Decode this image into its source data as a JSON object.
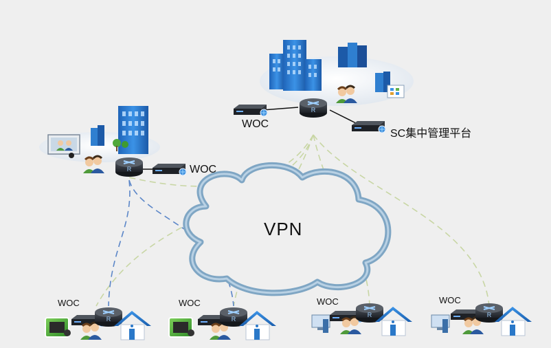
{
  "diagram": {
    "cloud_label": "VPN",
    "hq": {
      "woc_label": "WOC",
      "sc_label": "SC集中管理平台"
    },
    "regional": {
      "woc_label": "WOC"
    },
    "branches": [
      {
        "woc_label": "WOC"
      },
      {
        "woc_label": "WOC"
      },
      {
        "woc_label": "WOC"
      },
      {
        "woc_label": "WOC"
      }
    ],
    "colors": {
      "background": "#efefef",
      "cloud_stroke": "#7fa6c4",
      "dashed_green": "#c8d6a4",
      "dashed_blue": "#5b86c8",
      "building_blue": "#2f7fd0",
      "device_dark": "#2a2d33",
      "house_blue": "#2a78c8",
      "ellipse_fill": "#ffffff"
    },
    "icons": [
      "router-icon",
      "woc-device-icon",
      "building-icon",
      "server-icon",
      "users-icon",
      "video-screen-icon",
      "house-icon",
      "monitor-icon",
      "tree-icon"
    ]
  }
}
